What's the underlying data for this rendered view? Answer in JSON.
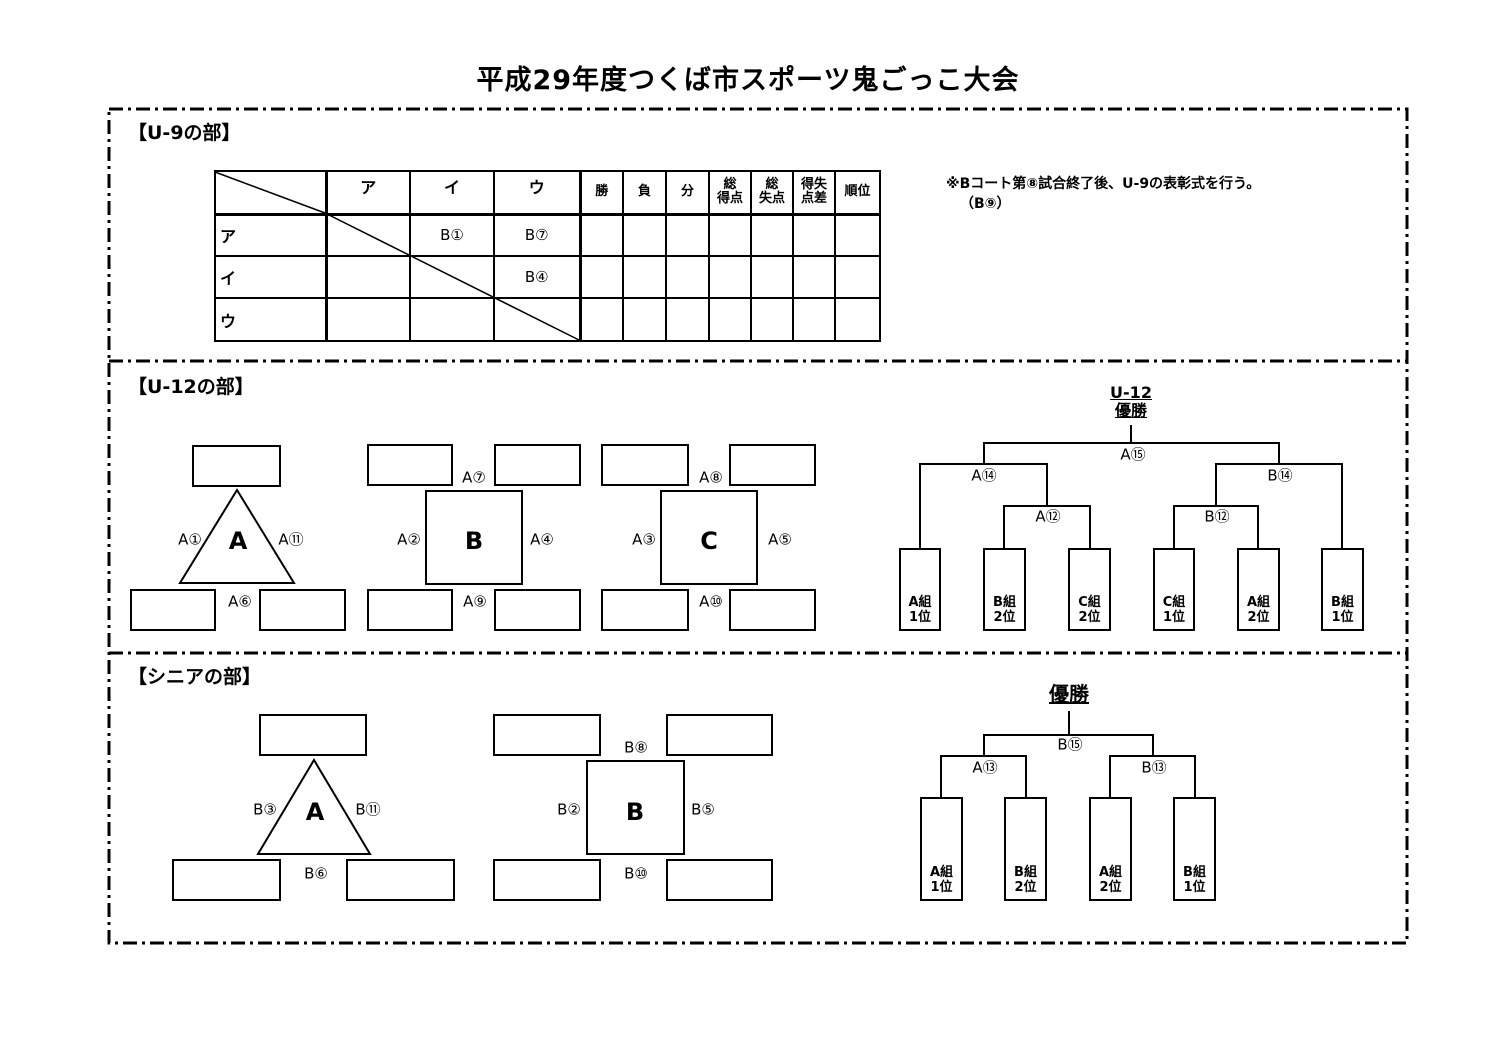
{
  "title": "平成29年度つくば市スポーツ鬼ごっこ大会",
  "u9": {
    "label": "【U-9の部】",
    "teams": [
      "ア",
      "イ",
      "ウ"
    ],
    "stat_headers": [
      "勝",
      "負",
      "分",
      "総\n得点",
      "総\n失点",
      "得失\n点差",
      "順位"
    ],
    "matches": {
      "a_i": "B①",
      "a_u": "B⑦",
      "i_u": "B④"
    },
    "note_line1": "※Bコート第⑧試合終了後、U-9の表彰式を行う。",
    "note_line2": "（B⑨）"
  },
  "u12": {
    "label": "【U-12の部】",
    "groups": [
      {
        "name": "A",
        "shape": "triangle",
        "left": "A①",
        "right": "A⑪",
        "bottom": "A⑥"
      },
      {
        "name": "B",
        "shape": "square",
        "top": "A⑦",
        "left": "A②",
        "right": "A④",
        "bottom": "A⑨"
      },
      {
        "name": "C",
        "shape": "square",
        "top": "A⑧",
        "left": "A③",
        "right": "A⑤",
        "bottom": "A⑩"
      }
    ],
    "bracket": {
      "trophy_line1": "U-12",
      "trophy_line2": "優勝",
      "final": "A⑮",
      "semi_left": "A⑭",
      "semi_right": "B⑭",
      "qf_left": "A⑫",
      "qf_right": "B⑫",
      "slots": [
        {
          "group": "A組",
          "rank": "1位"
        },
        {
          "group": "B組",
          "rank": "2位"
        },
        {
          "group": "C組",
          "rank": "2位"
        },
        {
          "group": "C組",
          "rank": "1位"
        },
        {
          "group": "A組",
          "rank": "2位"
        },
        {
          "group": "B組",
          "rank": "1位"
        }
      ]
    }
  },
  "senior": {
    "label": "【シニアの部】",
    "groups": [
      {
        "name": "A",
        "shape": "triangle",
        "left": "B③",
        "right": "B⑪",
        "bottom": "B⑥"
      },
      {
        "name": "B",
        "shape": "square",
        "top": "B⑧",
        "left": "B②",
        "right": "B⑤",
        "bottom": "B⑩"
      }
    ],
    "bracket": {
      "trophy": "優勝",
      "final": "B⑮",
      "semi_left": "A⑬",
      "semi_right": "B⑬",
      "slots": [
        {
          "group": "A組",
          "rank": "1位"
        },
        {
          "group": "B組",
          "rank": "2位"
        },
        {
          "group": "A組",
          "rank": "2位"
        },
        {
          "group": "B組",
          "rank": "1位"
        }
      ]
    }
  }
}
